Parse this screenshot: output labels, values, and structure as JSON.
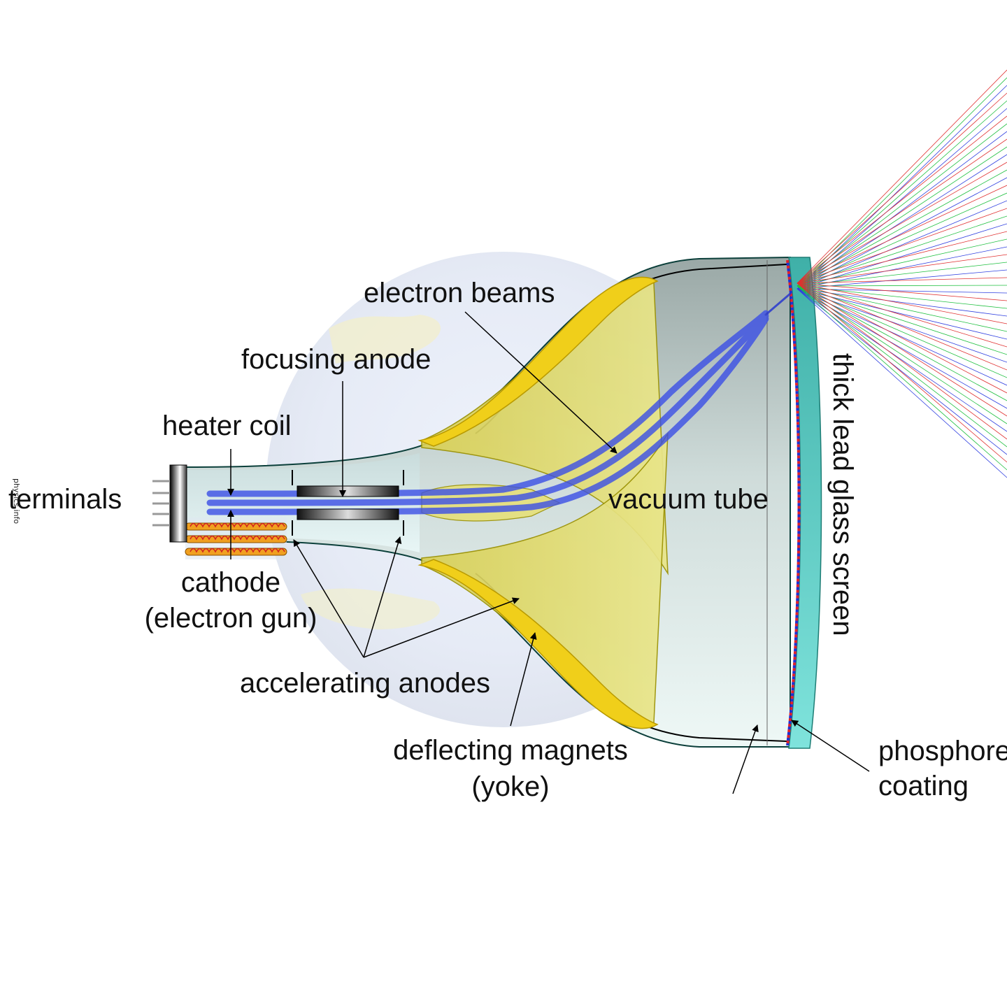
{
  "labels": {
    "electron_beams": "electron beams",
    "focusing_anode": "focusing anode",
    "heater_coil": "heater coil",
    "terminals": "terminals",
    "cathode_line1": "cathode",
    "cathode_line2": "(electron gun)",
    "accelerating_anodes": "accelerating anodes",
    "deflecting_line1": "deflecting magnets",
    "deflecting_line2": "(yoke)",
    "vacuum_tube": "vacuum tube",
    "thick_lead_glass_screen": "thick lead glass screen",
    "phosphor_line1": "phosphore",
    "phosphor_line2": "coating",
    "watermark": "physics.info"
  },
  "colors": {
    "yoke": "#e8c81a",
    "yoke_dark": "#c9a800",
    "tube_glass": "#cfe0de",
    "screen_glass": "#5cc9c0",
    "beam": "#3b4fe6",
    "phosphor_red": "#e0202a",
    "phosphor_blue": "#2030d0",
    "ray_red": "#e03030",
    "ray_green": "#20c040",
    "ray_blue": "#3040e0"
  }
}
